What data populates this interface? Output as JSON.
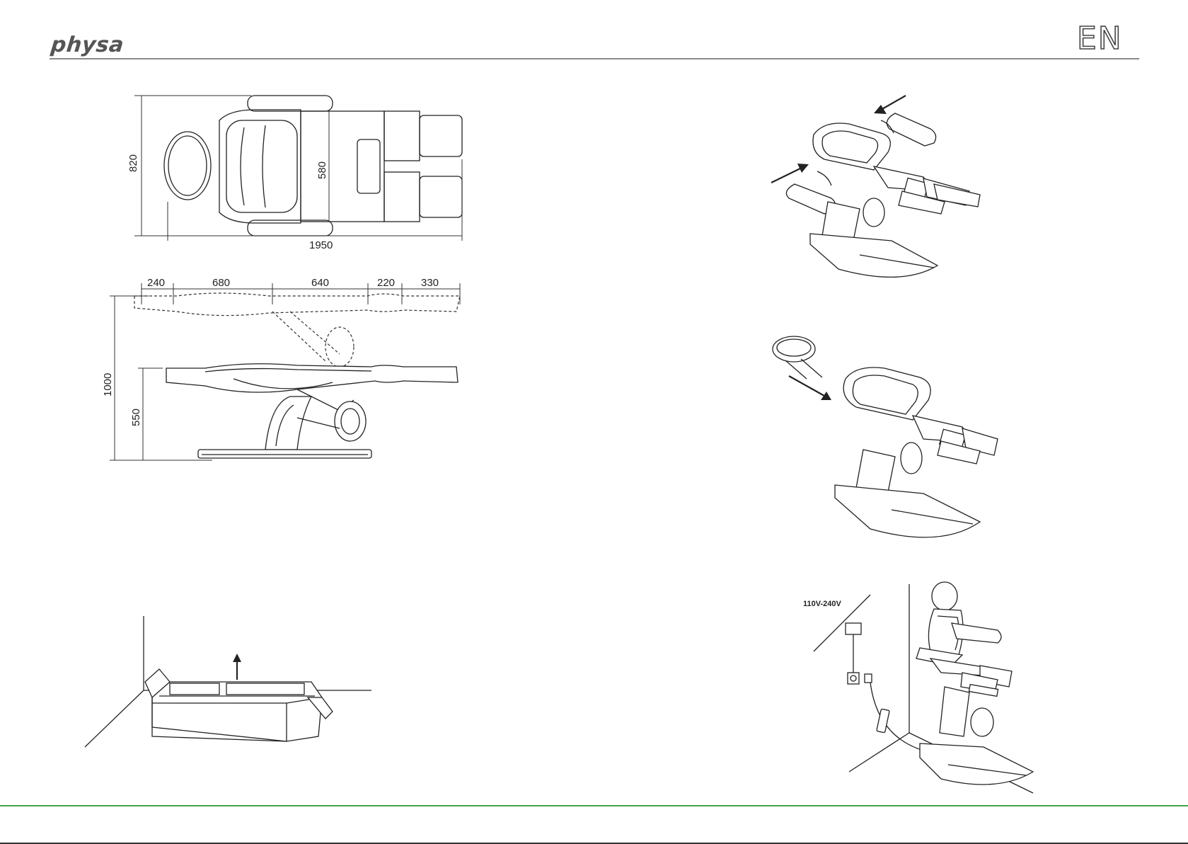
{
  "header": {
    "brand": "physa",
    "language": "EN"
  },
  "top_view": {
    "width_label": "820",
    "seat_width_label": "580",
    "length_label": "1950"
  },
  "side_view": {
    "segments": [
      "240",
      "680",
      "640",
      "220",
      "330"
    ],
    "max_height_label": "1000",
    "min_height_label": "550"
  },
  "power_figure": {
    "voltage_label": "110V-240V"
  }
}
